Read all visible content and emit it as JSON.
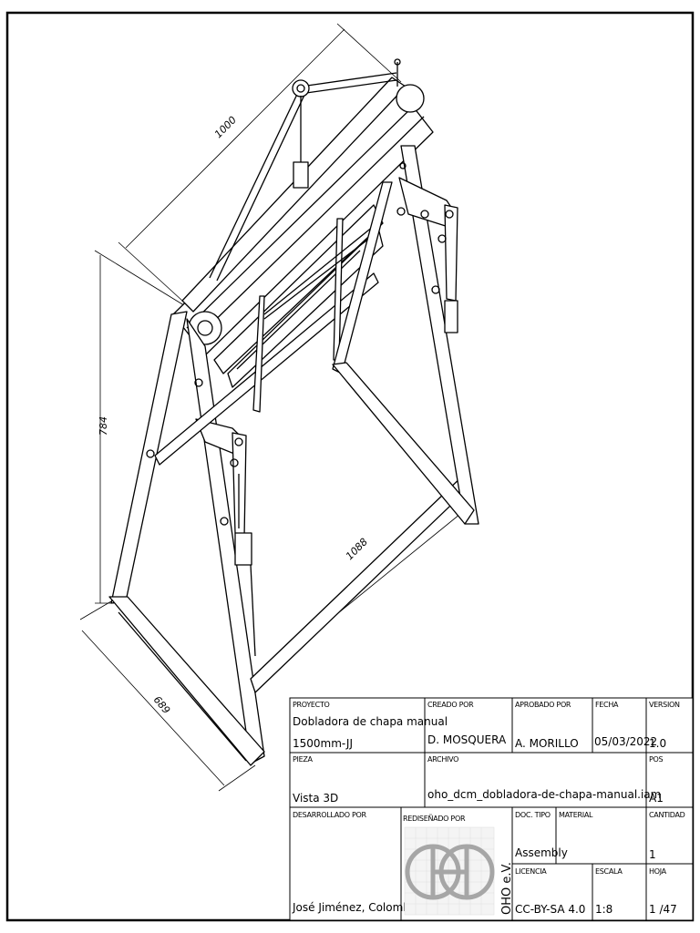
{
  "drawing": {
    "dimensions": {
      "top_length": "1000",
      "height": "784",
      "base_length": "1088",
      "depth": "689"
    }
  },
  "title_block": {
    "proyecto": {
      "label": "PROYECTO",
      "value_line1": "Dobladora de chapa manual",
      "value_line2": "1500mm-JJ"
    },
    "creado_por": {
      "label": "CREADO POR",
      "value": "D. MOSQUERA"
    },
    "aprobado_por": {
      "label": "APROBADO POR",
      "value": "A. MORILLO"
    },
    "fecha": {
      "label": "FECHA",
      "value": "05/03/2022"
    },
    "version": {
      "label": "VERSION",
      "value": "1.0"
    },
    "pieza": {
      "label": "PIEZA",
      "value": "Vista 3D"
    },
    "archivo": {
      "label": "ARCHIVO",
      "value": "oho_dcm_dobladora-de-chapa-manual.iam"
    },
    "pos": {
      "label": "POS",
      "value": "A1"
    },
    "desarrollado_por": {
      "label": "DESARROLLADO POR",
      "value": "José Jiménez, Colombia"
    },
    "redisenado_por": {
      "label": "REDISEÑADO POR",
      "logo_text": "OHO e.V."
    },
    "doc_tipo": {
      "label": "DOC. TIPO",
      "value": "Assembly"
    },
    "material": {
      "label": "MATERIAL",
      "value": ""
    },
    "cantidad": {
      "label": "CANTIDAD",
      "value": "1"
    },
    "licencia": {
      "label": "LICENCIA",
      "value": "CC-BY-SA 4.0"
    },
    "escala": {
      "label": "ESCALA",
      "value": "1:8"
    },
    "hoja": {
      "label": "HOJA",
      "value": "1 /47"
    }
  }
}
